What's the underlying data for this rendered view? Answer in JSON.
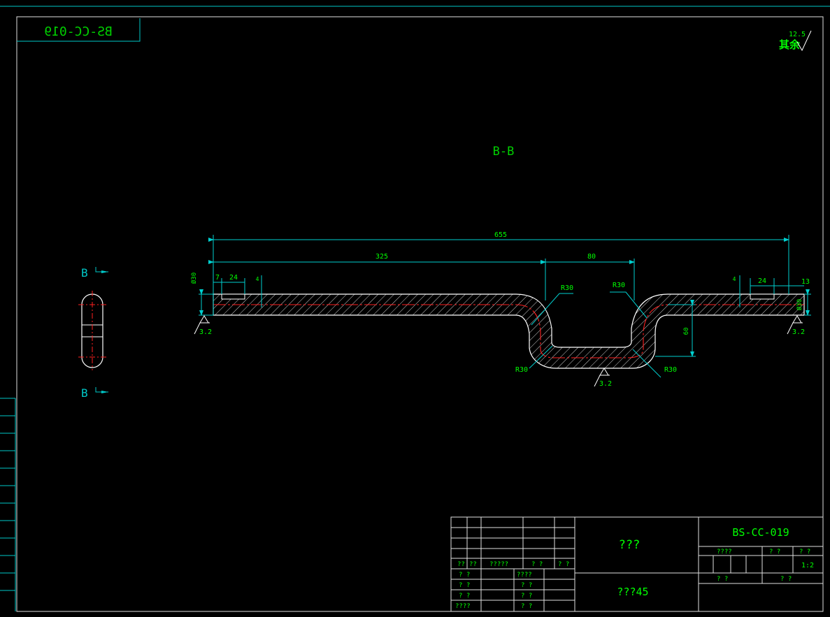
{
  "drawing": {
    "number": "BS-CC-019",
    "number_mirrored": "BS-CC-019",
    "section_label": "B-B",
    "section_marker_top": "B",
    "section_marker_bottom": "B",
    "roughness_other": "其余",
    "roughness_value": "12.5"
  },
  "dimensions": {
    "overall_length": "655",
    "left_length": "325",
    "center_width": "80",
    "left_offset": "7",
    "left_slot": "24",
    "left_slot_depth": "4",
    "right_slot_depth": "4",
    "right_slot": "24",
    "right_offset": "13",
    "thickness_left": "Ø30",
    "thickness_right": "Ø30",
    "drop_depth": "60",
    "radius_top_left": "R30",
    "radius_top_right": "R30",
    "radius_bottom_left": "R30",
    "radius_bottom_right": "R30",
    "surface_left": "3.2",
    "surface_right": "3.2",
    "surface_bottom": "3.2"
  },
  "title_block": {
    "part_name": "???",
    "material": "???45",
    "drawing_number": "BS-CC-019",
    "scale": "1:2",
    "header_row_labels": [
      "??",
      "??",
      "?????",
      "? ?",
      "? ?"
    ],
    "left_lower_labels": [
      "? ?",
      "? ?",
      "? ?",
      "????"
    ],
    "mid_lower_labels": [
      "????",
      "? ?",
      "? ?",
      "? ?"
    ],
    "right_row_labels": [
      "????",
      "? ?",
      "? ?"
    ],
    "right_bottom_labels": [
      "?   ?",
      "?   ?"
    ]
  }
}
